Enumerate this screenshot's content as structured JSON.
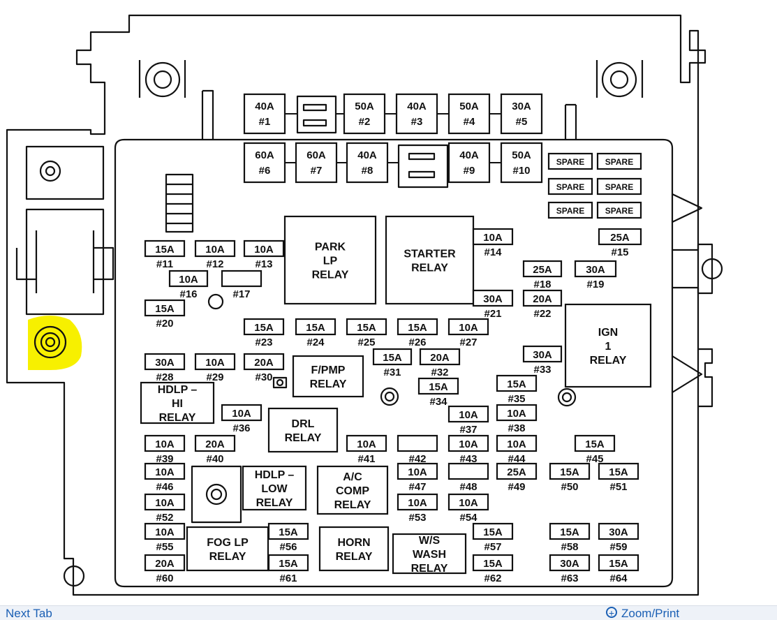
{
  "fuses": [
    {
      "rating": "40A",
      "num": "#1"
    },
    {
      "rating": "50A",
      "num": "#2"
    },
    {
      "rating": "40A",
      "num": "#3"
    },
    {
      "rating": "50A",
      "num": "#4"
    },
    {
      "rating": "30A",
      "num": "#5"
    },
    {
      "rating": "60A",
      "num": "#6"
    },
    {
      "rating": "60A",
      "num": "#7"
    },
    {
      "rating": "40A",
      "num": "#8"
    },
    {
      "rating": "40A",
      "num": "#9"
    },
    {
      "rating": "50A",
      "num": "#10"
    },
    {
      "rating": "15A",
      "num": "#11"
    },
    {
      "rating": "10A",
      "num": "#12"
    },
    {
      "rating": "10A",
      "num": "#13"
    },
    {
      "rating": "10A",
      "num": "#14"
    },
    {
      "rating": "25A",
      "num": "#15"
    },
    {
      "rating": "10A",
      "num": "#16"
    },
    {
      "rating": "",
      "num": "#17"
    },
    {
      "rating": "25A",
      "num": "#18"
    },
    {
      "rating": "30A",
      "num": "#19"
    },
    {
      "rating": "15A",
      "num": "#20"
    },
    {
      "rating": "30A",
      "num": "#21"
    },
    {
      "rating": "20A",
      "num": "#22"
    },
    {
      "rating": "15A",
      "num": "#23"
    },
    {
      "rating": "15A",
      "num": "#24"
    },
    {
      "rating": "15A",
      "num": "#25"
    },
    {
      "rating": "15A",
      "num": "#26"
    },
    {
      "rating": "10A",
      "num": "#27"
    },
    {
      "rating": "30A",
      "num": "#28"
    },
    {
      "rating": "10A",
      "num": "#29"
    },
    {
      "rating": "20A",
      "num": "#30"
    },
    {
      "rating": "15A",
      "num": "#31"
    },
    {
      "rating": "20A",
      "num": "#32"
    },
    {
      "rating": "30A",
      "num": "#33"
    },
    {
      "rating": "15A",
      "num": "#34"
    },
    {
      "rating": "15A",
      "num": "#35"
    },
    {
      "rating": "10A",
      "num": "#36"
    },
    {
      "rating": "10A",
      "num": "#37"
    },
    {
      "rating": "10A",
      "num": "#38"
    },
    {
      "rating": "10A",
      "num": "#39"
    },
    {
      "rating": "20A",
      "num": "#40"
    },
    {
      "rating": "10A",
      "num": "#41"
    },
    {
      "rating": "",
      "num": "#42"
    },
    {
      "rating": "10A",
      "num": "#43"
    },
    {
      "rating": "10A",
      "num": "#44"
    },
    {
      "rating": "15A",
      "num": "#45"
    },
    {
      "rating": "10A",
      "num": "#46"
    },
    {
      "rating": "10A",
      "num": "#47"
    },
    {
      "rating": "",
      "num": "#48"
    },
    {
      "rating": "25A",
      "num": "#49"
    },
    {
      "rating": "15A",
      "num": "#50"
    },
    {
      "rating": "15A",
      "num": "#51"
    },
    {
      "rating": "10A",
      "num": "#52"
    },
    {
      "rating": "10A",
      "num": "#53"
    },
    {
      "rating": "10A",
      "num": "#54"
    },
    {
      "rating": "10A",
      "num": "#55"
    },
    {
      "rating": "15A",
      "num": "#56"
    },
    {
      "rating": "15A",
      "num": "#57"
    },
    {
      "rating": "15A",
      "num": "#58"
    },
    {
      "rating": "30A",
      "num": "#59"
    },
    {
      "rating": "20A",
      "num": "#60"
    },
    {
      "rating": "15A",
      "num": "#61"
    },
    {
      "rating": "15A",
      "num": "#62"
    },
    {
      "rating": "30A",
      "num": "#63"
    },
    {
      "rating": "15A",
      "num": "#64"
    }
  ],
  "relays": [
    {
      "lines": [
        "PARK",
        "LP",
        "RELAY"
      ]
    },
    {
      "lines": [
        "STARTER",
        "RELAY"
      ]
    },
    {
      "lines": [
        "IGN",
        "1",
        "RELAY"
      ]
    },
    {
      "lines": [
        "F/PMP",
        "RELAY"
      ]
    },
    {
      "lines": [
        "HDLP –",
        "HI",
        "RELAY"
      ]
    },
    {
      "lines": [
        "DRL",
        "RELAY"
      ]
    },
    {
      "lines": [
        "HDLP –",
        "LOW",
        "RELAY"
      ]
    },
    {
      "lines": [
        "A/C",
        "COMP",
        "RELAY"
      ]
    },
    {
      "lines": [
        "FOG LP",
        "RELAY"
      ]
    },
    {
      "lines": [
        "HORN",
        "RELAY"
      ]
    },
    {
      "lines": [
        "W/S",
        "WASH",
        "RELAY"
      ]
    }
  ],
  "spares": [
    "SPARE",
    "SPARE",
    "SPARE",
    "SPARE",
    "SPARE",
    "SPARE"
  ],
  "highlight_color": "#f7f000",
  "line_color": "#111111",
  "links": {
    "next": "Next Tab",
    "zoom_icon": "+",
    "zoom": "Zoom/Print"
  }
}
